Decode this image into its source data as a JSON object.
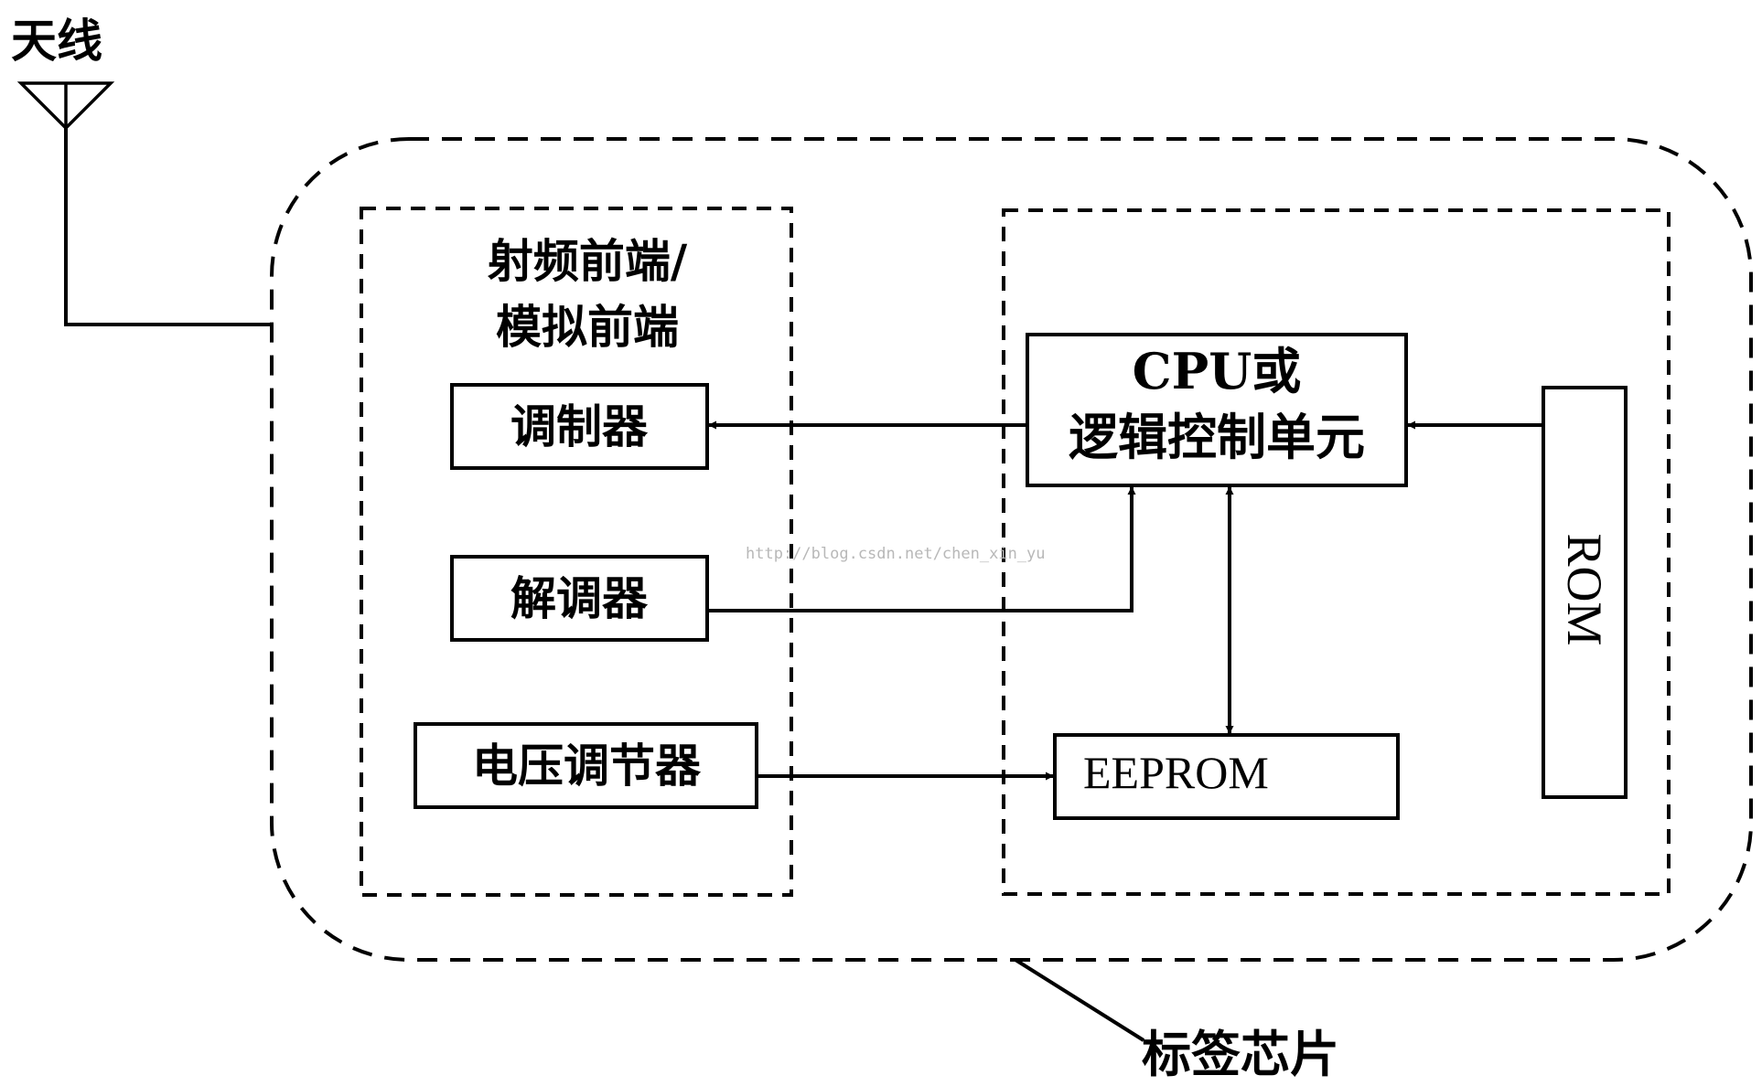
{
  "labels": {
    "antenna": "天线",
    "chip": "标签芯片",
    "rf_frontend_line1": "射频前端/",
    "rf_frontend_line2": "模拟前端",
    "modulator": "调制器",
    "demodulator": "解调器",
    "voltage_regulator": "电压调节器",
    "cpu_line1": "CPU或",
    "cpu_line2": "逻辑控制单元",
    "eeprom": "EEPROM",
    "rom": "ROM"
  },
  "watermark": "http://blog.csdn.net/chen_xin_yu",
  "colors": {
    "stroke": "#000000",
    "background": "#ffffff",
    "watermark": "#b8b8b8"
  }
}
